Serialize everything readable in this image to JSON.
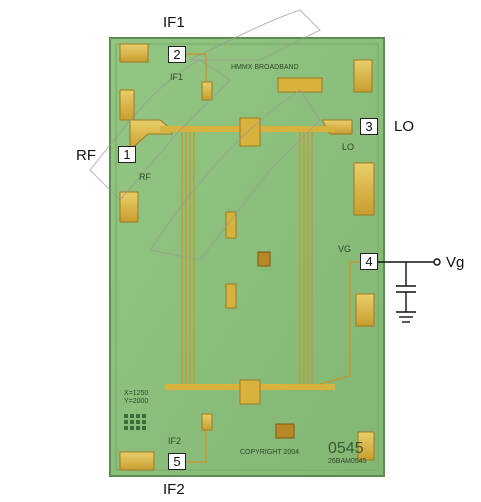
{
  "title": "IF1",
  "labels": {
    "if1": "IF1",
    "if2": "IF2",
    "rf": "RF",
    "lo": "LO",
    "vg": "Vg"
  },
  "pins": [
    {
      "id": "pin-2",
      "number": "2"
    },
    {
      "id": "pin-1",
      "number": "1"
    },
    {
      "id": "pin-3",
      "number": "3"
    },
    {
      "id": "pin-4",
      "number": "4"
    },
    {
      "id": "pin-5",
      "number": "5"
    }
  ],
  "chip_text": {
    "brand": "HMMX BROADBAND",
    "if1": "IF1",
    "rf": "RF",
    "lo": "LO",
    "vg": "VG",
    "if2": "IF2",
    "coords_x": "X=1250",
    "coords_y": "Y=2000",
    "copyright": "COPYRIGHT 2004",
    "part_number": "0545",
    "part_code": "26BAM0545"
  },
  "colors": {
    "die": "#8ec07c",
    "die_border": "#5c8d52",
    "gold": "#d9b23d",
    "gold_light": "#ecd57a",
    "trace": "#c49a2e"
  }
}
